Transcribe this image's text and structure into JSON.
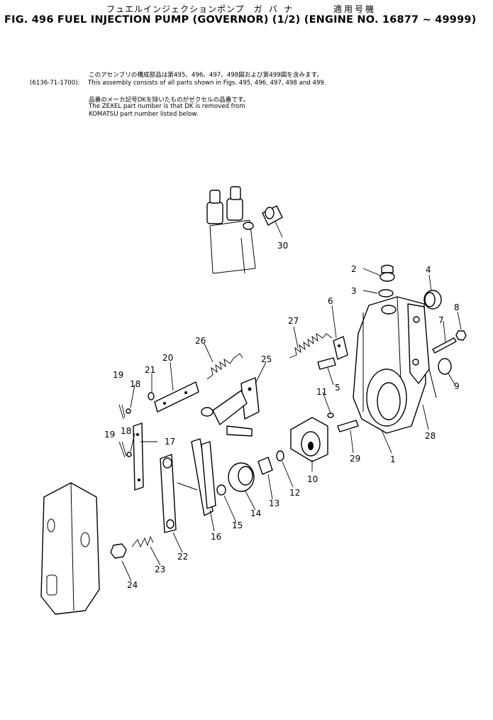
{
  "header": {
    "jp_title": "フュエルインジェクションポンプ　ガ バ ナ",
    "jp_applicability": "適用号機",
    "fig_title": "FIG. 496  FUEL INJECTION PUMP (GOVERNOR) (1/2) (ENGINE NO. 16877 ~ 49999)"
  },
  "notes": {
    "jp_assembly": "このアセンブリの構成部品は第495、496、497、498図および第499図を含みます。",
    "assembly_code": "(6136-71-1700):",
    "en_assembly": "This assembly consists of all parts shown in Figs. 495, 496, 497, 498 and 499.",
    "jp_zexel": "品番のメーカ記号DKを除いたものがゼクセルの品番です。",
    "en_zexel_1": "The ZEXEL part number is that DK is removed from",
    "en_zexel_2": "KOMATSU part number listed below."
  },
  "parts": {
    "p1": "1",
    "p2": "2",
    "p3": "3",
    "p4": "4",
    "p5": "5",
    "p6": "6",
    "p7": "7",
    "p8": "8",
    "p9": "9",
    "p10": "10",
    "p11": "11",
    "p12": "12",
    "p13": "13",
    "p14": "14",
    "p15": "15",
    "p16": "16",
    "p17": "17",
    "p18a": "18",
    "p18b": "18",
    "p19a": "19",
    "p19b": "19",
    "p20": "20",
    "p21": "21",
    "p22": "22",
    "p23": "23",
    "p24": "24",
    "p25": "25",
    "p26": "26",
    "p27": "27",
    "p28": "28",
    "p29": "29",
    "p30": "30"
  }
}
